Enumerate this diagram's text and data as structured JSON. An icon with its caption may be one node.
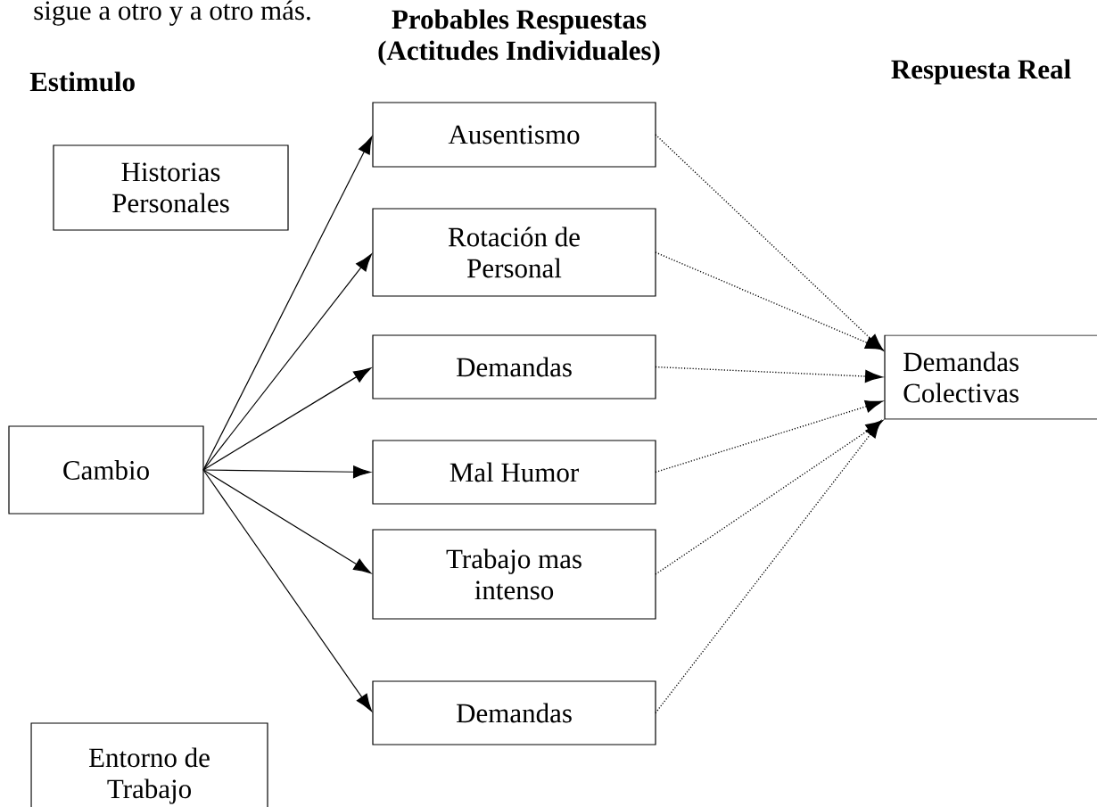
{
  "diagram": {
    "nodes": [
      {
        "text": [
          "Historias Personales"
        ]
      },
      {
        "text": [
          "Cambio"
        ]
      },
      {
        "text": [
          "Entorno de Trabajo"
        ]
      },
      {
        "text": [
          "Ausentismo"
        ]
      },
      {
        "text": [
          "Rotación de Personal"
        ]
      },
      {
        "text": [
          "Demandas"
        ]
      },
      {
        "text": [
          "Mal Humor"
        ]
      },
      {
        "text": [
          "Trabajo mas intenso"
        ]
      },
      {
        "text": [
          "Demandas"
        ]
      },
      {
        "text": [
          "Demandas Colectivas"
        ]
      }
    ],
    "edges": [
      {
        "from": 1,
        "to": 3,
        "arrow": "to"
      },
      {
        "from": 1,
        "to": 4,
        "arrow": "to"
      },
      {
        "from": 1,
        "to": 5,
        "arrow": "to"
      },
      {
        "from": 1,
        "to": 6,
        "arrow": "to"
      },
      {
        "from": 1,
        "to": 7,
        "arrow": "to"
      },
      {
        "from": 1,
        "to": 8,
        "arrow": "to"
      },
      {
        "from": 3,
        "to": 9,
        "arrow": "to",
        "style": "dashed"
      },
      {
        "from": 4,
        "to": 9,
        "arrow": "to",
        "style": "dashed"
      },
      {
        "from": 5,
        "to": 9,
        "arrow": "to",
        "style": "dashed"
      },
      {
        "from": 6,
        "to": 9,
        "arrow": "to",
        "style": "dashed"
      },
      {
        "from": 7,
        "to": 9,
        "arrow": "to",
        "style": "dashed"
      },
      {
        "from": 8,
        "to": 9,
        "arrow": "to",
        "style": "dashed"
      }
    ],
    "labels": [
      "sigue a otro y a otro más.",
      "Probables Respuestas (Actitudes Individuales)",
      "Estimulo",
      "Respuesta Real"
    ]
  }
}
